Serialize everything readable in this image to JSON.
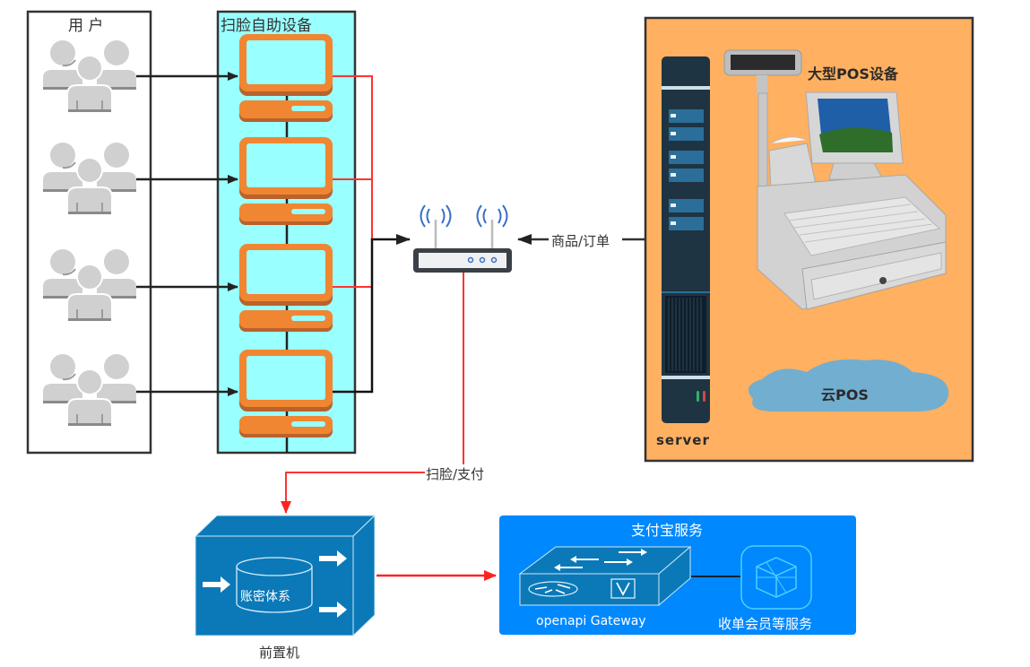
{
  "users_panel": {
    "title": "用 户",
    "user_groups": 4
  },
  "kiosk_panel": {
    "title": "扫脸自助设备",
    "devices": 4
  },
  "router": {
    "name": "router"
  },
  "link_labels": {
    "goods_order": "商品/订单",
    "face_pay": "扫脸/支付"
  },
  "pos_panel": {
    "pos_label": "大型POS设备",
    "cloud_label": "云POS",
    "server_label": "server"
  },
  "front_machine": {
    "inner_label": "账密体系",
    "caption": "前置机"
  },
  "alipay_panel": {
    "title": "支付宝服务",
    "gateway_label": "openapi Gateway",
    "service_label": "收单会员等服务"
  },
  "colors": {
    "kiosk_bg": "#99FFFF",
    "device_orange": "#F08632",
    "pos_bg": "#FFB060",
    "server_dark": "#1F3442",
    "cloud": "#72AED0",
    "front_blue": "#0B79B8",
    "alipay_blue": "#0088FF",
    "red_line": "#FF3333",
    "black_line": "#222222"
  }
}
